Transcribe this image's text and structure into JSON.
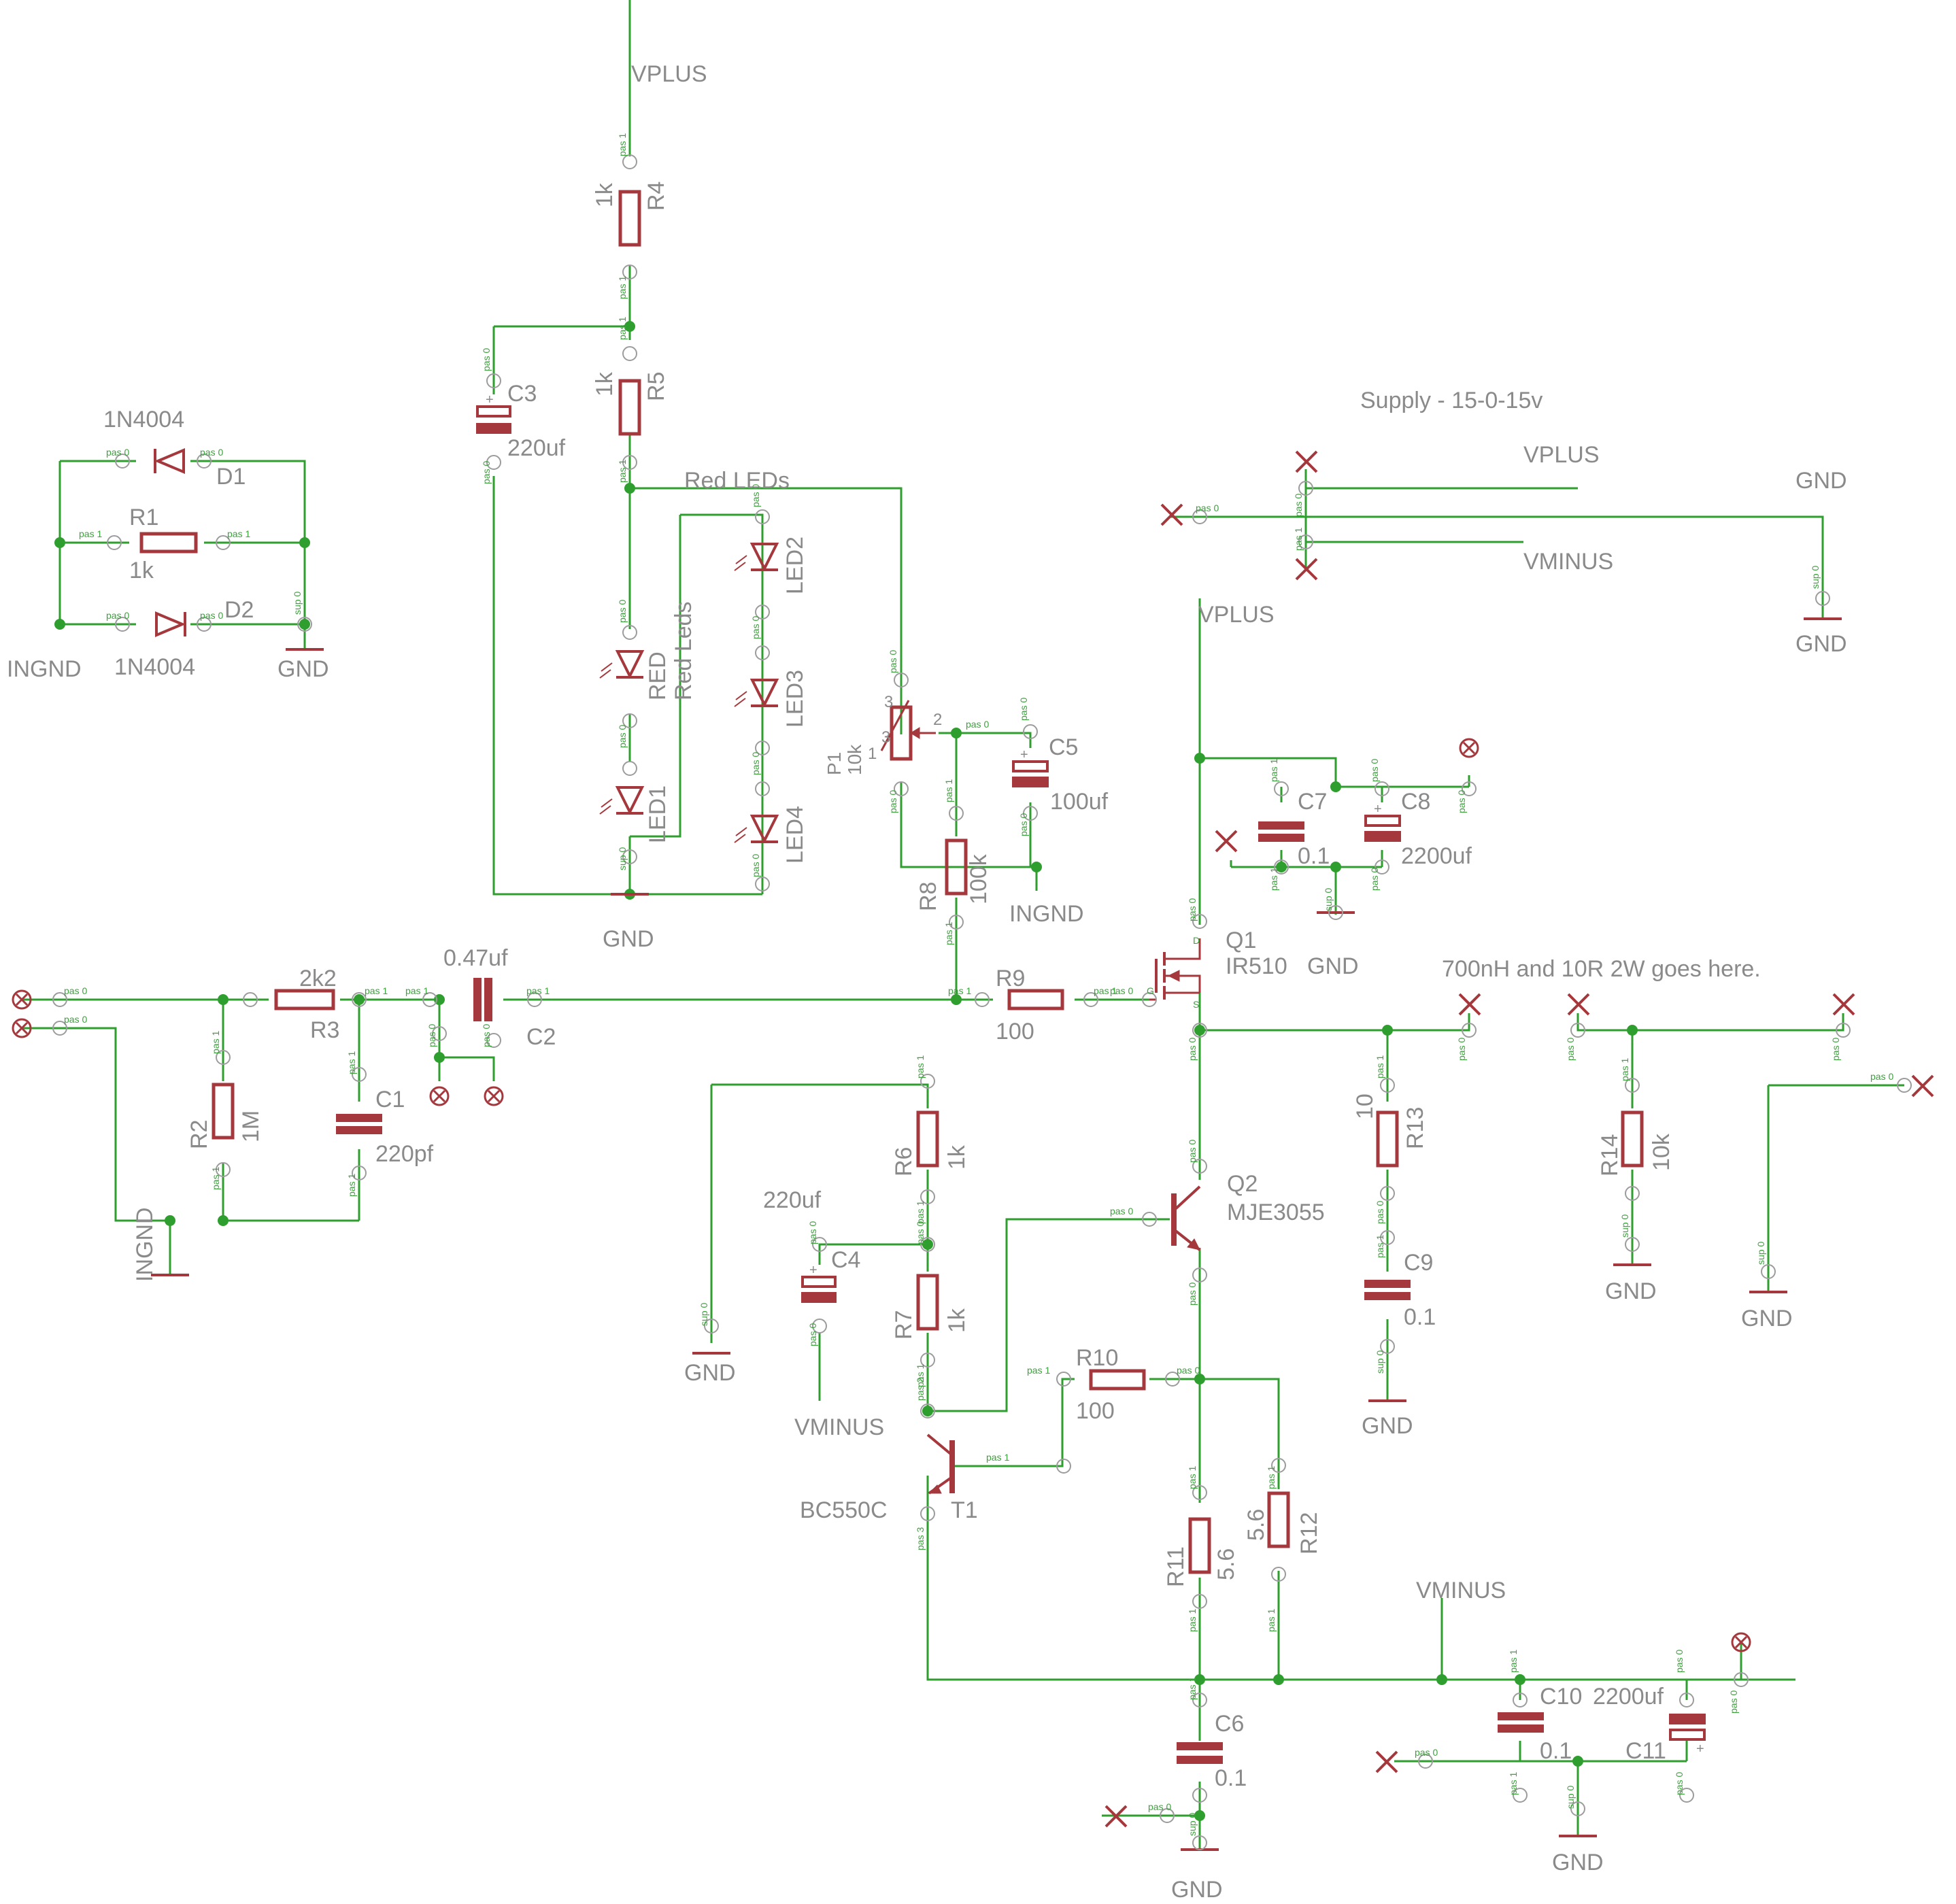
{
  "nets": {
    "vplus_top": "VPLUS",
    "vplus_mid": "VPLUS",
    "vplus_supply": "VPLUS",
    "vminus_supply": "VMINUS",
    "vminus_c4": "VMINUS",
    "vminus_bottom": "VMINUS",
    "gnd_supply": "GND",
    "gnd_supply_label": "GND",
    "gnd_leds": "GND",
    "gnd_diodes": "GND",
    "gnd_c7c8": "GND",
    "gnd_r6": "GND",
    "gnd_c9": "GND",
    "gnd_r14": "GND",
    "gnd_output": "GND",
    "gnd_c6": "GND",
    "gnd_c10c11": "GND",
    "ingnd_diodes": "INGND",
    "ingnd_r8": "INGND",
    "ingnd_input": "INGND"
  },
  "notes": {
    "supply": "Supply - 15-0-15v",
    "output": "700nH and 10R 2W goes here.",
    "red_leds": "Red LEDs",
    "red_leds_vertical": "Red Leds"
  },
  "parts": {
    "R1": {
      "name": "R1",
      "value": "1k"
    },
    "R2": {
      "name": "R2",
      "value": "1M"
    },
    "R3": {
      "name": "R3",
      "value": "2k2"
    },
    "R4": {
      "name": "R4",
      "value": "1k"
    },
    "R5": {
      "name": "R5",
      "value": "1k"
    },
    "R6": {
      "name": "R6",
      "value": "1k"
    },
    "R7": {
      "name": "R7",
      "value": "1k"
    },
    "R8": {
      "name": "R8",
      "value": "100k"
    },
    "R9": {
      "name": "R9",
      "value": "100"
    },
    "R10": {
      "name": "R10",
      "value": "100"
    },
    "R11": {
      "name": "R11",
      "value": "5.6"
    },
    "R12": {
      "name": "R12",
      "value": "5.6"
    },
    "R13": {
      "name": "R13",
      "value": "10"
    },
    "R14": {
      "name": "R14",
      "value": "10k"
    },
    "C1": {
      "name": "C1",
      "value": "220pf"
    },
    "C2": {
      "name": "C2",
      "value": "0.47uf"
    },
    "C3": {
      "name": "C3",
      "value": "220uf"
    },
    "C4": {
      "name": "C4",
      "value": "220uf"
    },
    "C5": {
      "name": "C5",
      "value": "100uf"
    },
    "C6": {
      "name": "C6",
      "value": "0.1"
    },
    "C7": {
      "name": "C7",
      "value": "0.1"
    },
    "C8": {
      "name": "C8",
      "value": "2200uf"
    },
    "C9": {
      "name": "C9",
      "value": "0.1"
    },
    "C10": {
      "name": "C10",
      "value": "0.1"
    },
    "C11": {
      "name": "C11",
      "value": "2200uf"
    },
    "D1": {
      "name": "D1",
      "value": "1N4004"
    },
    "D2": {
      "name": "D2",
      "value": "1N4004"
    },
    "LED1": {
      "name": "LED1",
      "value": "RED"
    },
    "LED2": {
      "name": "LED2"
    },
    "LED3": {
      "name": "LED3"
    },
    "LED4": {
      "name": "LED4"
    },
    "P1": {
      "name": "P1",
      "value": "10k"
    },
    "Q1": {
      "name": "Q1",
      "value": "IR510"
    },
    "Q2": {
      "name": "Q2",
      "value": "MJE3055"
    },
    "T1": {
      "name": "T1",
      "value": "BC550C"
    }
  },
  "pins": {
    "pas0": "pas 0",
    "pas1": "pas 1",
    "pas2": "pas 2",
    "pas3": "pas 3",
    "sup0": "sup 0",
    "p1_1": "1",
    "p1_2": "2",
    "p1_3": "3",
    "q1_g": "G",
    "q1_d": "D",
    "q1_s": "S",
    "plus": "+"
  }
}
